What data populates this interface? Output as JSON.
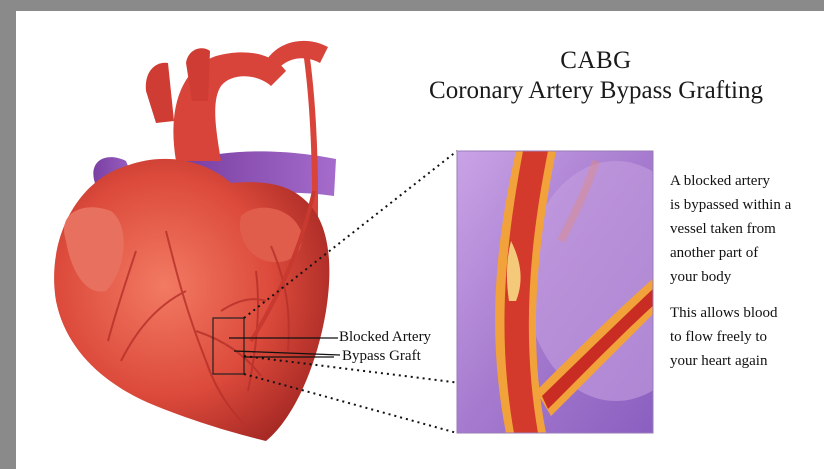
{
  "title": {
    "line1": "CABG",
    "line2": "Coronary Artery Bypass Grafting"
  },
  "callouts": {
    "blocked": "Blocked Artery",
    "graft": "Bypass Graft"
  },
  "description": {
    "paragraph1": [
      "A blocked artery",
      "is bypassed within a",
      "vessel taken from",
      "another part of",
      "your body"
    ],
    "paragraph2": [
      "This allows blood",
      "to flow freely to",
      "your heart again"
    ]
  },
  "colors": {
    "heart": "#d9443a",
    "vein": "#8a4fb0",
    "inset_bg": "#b58ad6",
    "frame": "#8a8a8a"
  }
}
